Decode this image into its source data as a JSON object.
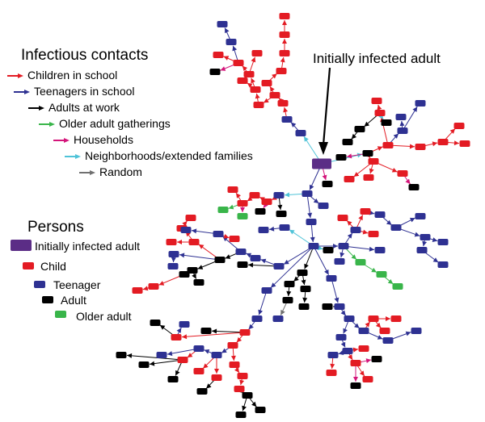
{
  "legend": {
    "contacts_title": "Infectious contacts",
    "contacts": [
      {
        "label": "Children in school",
        "color": "#e31b23"
      },
      {
        "label": "Teenagers in school",
        "color": "#2e3192"
      },
      {
        "label": "Adults at work",
        "color": "#000000"
      },
      {
        "label": "Older adult gatherings",
        "color": "#39b54a"
      },
      {
        "label": "Households",
        "color": "#d4157a"
      },
      {
        "label": "Neighborhoods/extended families",
        "color": "#4fc3d8"
      },
      {
        "label": "Random",
        "color": "#707070"
      }
    ],
    "persons_title": "Persons",
    "persons": [
      {
        "label": "Initially infected adult",
        "color": "#5b2d86"
      },
      {
        "label": "Child",
        "color": "#e31b23"
      },
      {
        "label": "Teenager",
        "color": "#2e3192"
      },
      {
        "label": "Adult",
        "color": "#000000"
      },
      {
        "label": "Older adult",
        "color": "#39b54a"
      }
    ]
  },
  "callout": {
    "label": "Initially infected adult"
  }
}
